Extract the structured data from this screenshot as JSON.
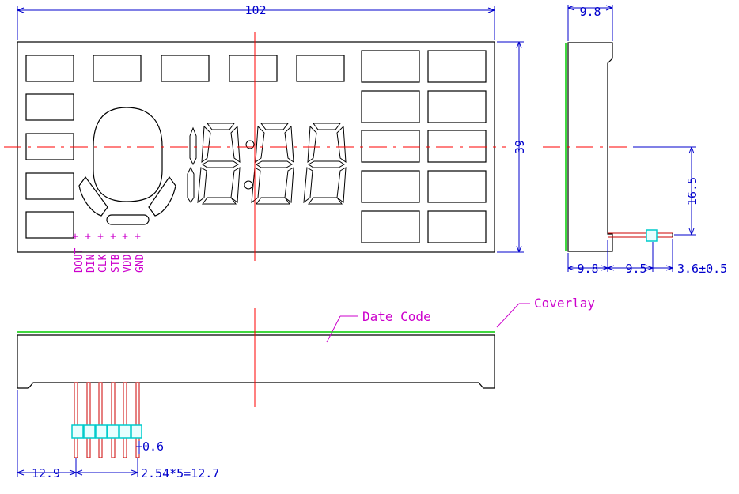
{
  "dimensions": {
    "width": "102",
    "height": "39",
    "side_width": "9.8",
    "side_bottom_left": "9.8",
    "side_pin_offset": "9.5",
    "side_pin_length": "3.6±0.5",
    "pin_height": "16.5",
    "pin_offset": "12.9",
    "pin_pitch": "2.54*5=12.7",
    "pin_width": "0.6"
  },
  "pins": [
    "DOUT",
    "DIN",
    "CLK",
    "STB",
    "VDD",
    "GND"
  ],
  "callouts": {
    "date_code": "Date Code",
    "coverlay": "Coverlay"
  },
  "colors": {
    "outline": "#000000",
    "centerline": "#ff0000",
    "dimension": "#0000cc",
    "label": "#cc00cc",
    "coverlay": "#00cc00",
    "pin_header": "#00cccc",
    "pin": "#cc0000"
  }
}
